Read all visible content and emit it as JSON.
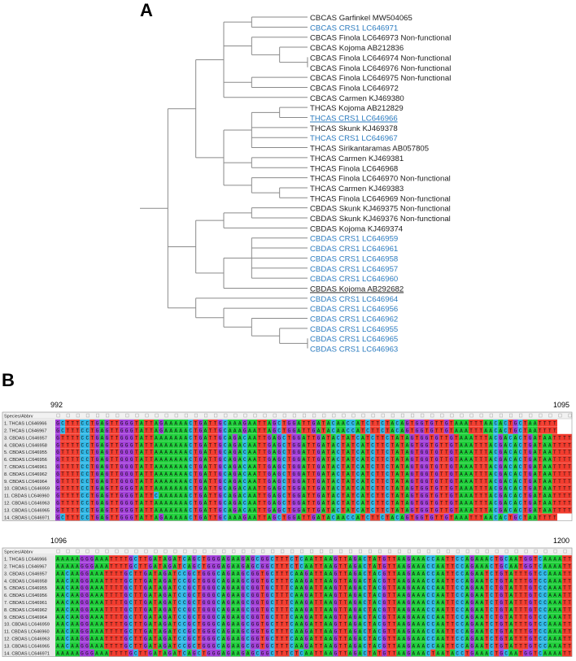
{
  "panel_a": {
    "label": "A",
    "leaves": [
      {
        "text": "CBCAS Garfinkel MW504065",
        "color": "#222222",
        "underline": false
      },
      {
        "text": "CBCAS CRS1 LC646971",
        "color": "#2b7bbf",
        "underline": false
      },
      {
        "text": "CBCAS Finola LC646973 Non-functional",
        "color": "#222222",
        "underline": false
      },
      {
        "text": "CBCAS Kojoma AB212836",
        "color": "#222222",
        "underline": false
      },
      {
        "text": "CBCAS Finola LC646974 Non-functional",
        "color": "#222222",
        "underline": false
      },
      {
        "text": "CBCAS Finola LC646976 Non-functional",
        "color": "#222222",
        "underline": false
      },
      {
        "text": "CBCAS Finola LC646975 Non-functional",
        "color": "#222222",
        "underline": false
      },
      {
        "text": "CBCAS Finola LC646972",
        "color": "#222222",
        "underline": false
      },
      {
        "text": "CBCAS Carmen KJ469380",
        "color": "#222222",
        "underline": false
      },
      {
        "text": "THCAS Kojoma AB212829",
        "color": "#222222",
        "underline": false
      },
      {
        "text": "THCAS CRS1 LC646966",
        "color": "#2b7bbf",
        "underline": true
      },
      {
        "text": "THCAS Skunk KJ469378",
        "color": "#222222",
        "underline": false
      },
      {
        "text": "THCAS CRS1 LC646967",
        "color": "#2b7bbf",
        "underline": false
      },
      {
        "text": "THCAS Sirikantaramas AB057805",
        "color": "#222222",
        "underline": false
      },
      {
        "text": "THCAS Carmen KJ469381",
        "color": "#222222",
        "underline": false
      },
      {
        "text": "THCAS Finola LC646968",
        "color": "#222222",
        "underline": false
      },
      {
        "text": "THCAS Finola LC646970 Non-functional",
        "color": "#222222",
        "underline": false
      },
      {
        "text": "THCAS Carmen KJ469383",
        "color": "#222222",
        "underline": false
      },
      {
        "text": "THCAS Finola LC646969 Non-functional",
        "color": "#222222",
        "underline": false
      },
      {
        "text": "CBDAS Skunk KJ469375 Non-functional",
        "color": "#222222",
        "underline": false
      },
      {
        "text": "CBDAS Skunk KJ469376 Non-functional",
        "color": "#222222",
        "underline": false
      },
      {
        "text": "CBDAS Kojoma KJ469374",
        "color": "#222222",
        "underline": false
      },
      {
        "text": "CBDAS CRS1 LC646959",
        "color": "#2b7bbf",
        "underline": false
      },
      {
        "text": "CBDAS CRS1 LC646961",
        "color": "#2b7bbf",
        "underline": false
      },
      {
        "text": "CBDAS CRS1 LC646958",
        "color": "#2b7bbf",
        "underline": false
      },
      {
        "text": "CBDAS CRS1 LC646957",
        "color": "#2b7bbf",
        "underline": false
      },
      {
        "text": "CBDAS CRS1  LC646960",
        "color": "#2b7bbf",
        "underline": false
      },
      {
        "text": "CBDAS Kojoma AB292682",
        "color": "#222222",
        "underline": true
      },
      {
        "text": "CBDAS CRS1 LC646964",
        "color": "#2b7bbf",
        "underline": false
      },
      {
        "text": "CBDAS CRS1 LC646956",
        "color": "#2b7bbf",
        "underline": false
      },
      {
        "text": "CBDAS CRS1 LC646962",
        "color": "#2b7bbf",
        "underline": false
      },
      {
        "text": "CBDAS CRS1 LC646955",
        "color": "#2b7bbf",
        "underline": false
      },
      {
        "text": "CBDAS CRS1 LC646965",
        "color": "#2b7bbf",
        "underline": false
      },
      {
        "text": "CBDAS CRS1 LC646963",
        "color": "#2b7bbf",
        "underline": false
      }
    ],
    "tree": [
      [
        [
          [
            "L0",
            "L1"
          ],
          [
            "L2",
            [
              "L3",
              [
                "L4",
                "L5"
              ]
            ]
          ],
          [
            "L6",
            "L7"
          ],
          "L8"
        ],
        [
          [
            [
              "L9",
              "L10"
            ],
            "L11",
            "L12",
            "L13"
          ],
          [
            "L14",
            "L15"
          ],
          [
            "L16",
            [
              "L17",
              "L18"
            ]
          ]
        ]
      ],
      [
        [
          [
            "L19",
            "L20"
          ],
          "L21"
        ],
        [
          [
            "L22",
            "L23",
            "L24",
            "L25",
            "L26"
          ],
          "L27"
        ]
      ],
      [
        "L28",
        [
          "L29",
          [
            "L30",
            [
              "L31",
              [
                "L32",
                "L33"
              ]
            ]
          ]
        ]
      ]
    ]
  },
  "panel_b": {
    "label": "B",
    "header_label": "Species/Abbrv",
    "blocks": [
      {
        "start": "992",
        "end": "1095",
        "names": [
          "1. THCAS LC646966",
          "2. THCAS LC646967",
          "3. CBDAS LC646957",
          "4. CBDAS LC646958",
          "5. CBDAS LC646955",
          "6. CBDAS LC646956",
          "7. CBDAS LC646961",
          "8. CBDAS LC646962",
          "9. CBDAS LC646964",
          "10. CBDAS LC646959",
          "11. CBDAS LC646960",
          "12. CBDAS LC646963",
          "13. CBDAS LC646965",
          "14. CBDAS LC646971"
        ],
        "seqs": [
          "GCTTTCCTGAGTTGGGTATTAGAAAAACTGATTGCAAAGAATTAGCTGGATTGATACAACCATCTTCTACAGTGGTGTTGTAAATTTAACACTGCTAATTTT",
          "GCTTTCCTGAGTTGGGTATTAGAAAAACTGATTGCAAAGAATTAGCTGGATTGATACAACCATCTTCTACAGTGGTGTTGTAAATTTAACACTGCTAATTTT",
          "GTTTTCCTGAGTTGGGTATTAAAAAAACTGATTGCAGACAATTGAGCTGGATTGATACTATCATCTTCTATAGTGGTGTTGTAAATTTACGACACTGATAATTTT",
          "GTTTTCCTGAGTTGGGTATTAAAAAAACTGATTGCAGACAATTGAGCTGGATTGATACTATCATCTTCTATAGTGGTGTTGTAAATTTACGACACTGATAATTTT",
          "GTTTTCCTGAGTTGGGTATTAAAAAAACTGATTGCAGACAATTGAGCTGGATTGATACTATCATCTTCTATAGTGGTGTTGTAAATTTACGACACTGATAATTTT",
          "GTTTTCCTGAGTTGGGTATTAAAAAAACTGATTGCAGACAATTGAGCTGGATTGATACTATCATCTTCTATAGTGGTGTTGTAAATTTACGACACTGATAATTTT",
          "GTTTTCCTGAGTTGGGTATTAAAAAAACTGATTGCAGACAATTGAGCTGGATTGATACTATCATCTTCTATAGTGGTGTTGTAAATTTACGACACTGATAATTTT",
          "GTTTTCCTGAGTTGGGTATTAAAAAAACTGATTGCAGACAATTGAGCTGGATTGATACTATCATCTTCTATAGTGGTGTTGTAAATTTACGACACTGATAATTTT",
          "GTTTTCCTGAGTTGGGTATTAAAAAAACTGATTGCAGACAATTGAGCTGGATTGATACTATCATCTTCTATAGTGGTGTTGTAAATTTACGACACTGATAATTTT",
          "GTTTTCCTGAGTTGGGTATTAAAAAAACTGATTGCAGACAATTGAGCTGGATTGATACTATCATCTTCTATAGTGGTGTTGTAAATTTACGACACTGATAATTTT",
          "GTTTTCCTGAGTTGGGTATTCAAAAAACTGATTGCAGACAATTGAGCTGGATTGATACTATCATCTTCTATAGTGGTGTTGTAAATTTACGACACTGATAATTTT",
          "GTTTTCCTGAGTTGGGTATTAAAAAAACTGATTGCAGACAATTGAGCTGGATTGATACTATCATCTTCTATAGTGGTGTTGTAAATTTACGACACTGATAATTTT",
          "GTTTTCCTGAGTTGGGTATTAAAAAAACTGATTGCAGACAATTGAGCTGGATTGATACTATCATCTTCTATAGTGGTGTTGTAAATTTACGACACTGATAATTTT",
          "GCTTTCCTGAGTTGGGTATTAGAAAAACTGATTGCAAAGAATTAGCTGGATTGATACAACCATCTTCTACAGTGGTGTTGTAAATTTAACACTGCTAATTTT"
        ]
      },
      {
        "start": "1096",
        "end": "1200",
        "names": [
          "1. THCAS LC646966",
          "2. THCAS LC646967",
          "3. CBDAS LC646957",
          "4. CBDAS LC646958",
          "5. CBDAS LC646955",
          "6. CBDAS LC646956",
          "7. CBDAS LC646961",
          "8. CBDAS LC646962",
          "9. CBDAS LC646964",
          "10. CBDAS LC646959",
          "11. CBDAS LC646960",
          "12. CBDAS LC646963",
          "13. CBDAS LC646965",
          "14. CBDAS LC646971"
        ],
        "seqs": [
          "AAAAAGGGAAATTTTGCTTGATAGATCAGCTGGGAGAAGAGCGGCTTTCTCAATTAAGTTAGACTATGTTAAGAAACCAATTCCAGAAACTGCAATGGTCAAAATT",
          "AAAAAGGGAAATTTTGCTTGATAGATCAGCTGGGAGAAGAGCGGCTTTCTCAATTAAGTTAGACTATGTTAAGAAACCAATTCCAGAAACTGCAATGGTCAAAATT",
          "AACAAGGAAATTTTGCTTGATAGATCCGCTGGGCAGAAGCGGTGCTTTCAAGATTAAGTTAGACTACGTTAAGAAACCAATTCCAGAATCTGTATTTGTCCAAATT",
          "AACAAGGAAATTTTGCTTGATAGATCCGCTGGGCAGAAGCGGTGCTTTCAAGATTAAGTTAGACTACGTTAAGAAACCAATTCCAGAATCTGTATTTGTCCAAATT",
          "AACAAGGAAATTTTGCTTGATAGATCCGCTGGGCAGAAGCGGTGCTTTCAAGATTAAGTTAGACTACGTTAAGAAACCAATTCCAGAATCTGTATTTGTCCAAATT",
          "AACAAGGAAATTTTGCTTGATAGATCCGCTGGGCAGAAGCGGTGCTTTCAAGATTAAGTTAGACTACGTTAAGAAACCAATTCCAGAATCTGTATTTGTCCAAATT",
          "AACAAGGAAATTTTGCTTGATAGATCCGCTGGGCAGAAGCGGTGCTTTCAAGATTAAGTTAGACTACGTTAAGAAACCAATTCCAGAATCTGTATTTGTCCAAATT",
          "AACAAGGAAATTTTGCTTGATAGATCCGCTGGGCAGAAGCGGTGCTTTCAAGATTAAGTTAGACTACGTTAAGAAACCAATTCCAGAATCTGTATTTGTCCAAATT",
          "AACAAGGAAATTTTGCTTGATAGATCCGCTGGGCAGAAGCGGTGCTTTCAAGATTAAGTTAGACTACGTTAAGAAACCAATTCCAGAATCTGTATTTGTCCAAATT",
          "AACAAGGAAATTTTGCTTGATAGATCCGCTGGGCAGAAGCGGTGCTTTCAAGATTAAGTTAGACTACGTTAAGAAACCAATTCCAGAATCTGTATTTGTCCAAATT",
          "AACAAGGAAATTTTGCTTGATAGATCCGCTGGGCAGAAGCGGTGCTTTCAAGATTAAGTTAGACTACGTTAAGAAACCAATTCCAGAATCTGTATTTGTCCAAATT",
          "AACAAGGAAATTTTGCTTGATAGATCCGCTGGGCAGAAGCGGTGCTTTCAAGATTAAGTTAGACTACGTTAAGAAACCAATTCCAGAATCTGTATTTGTCCAAATT",
          "AACAAGGAAATTTTGCTTGATAGATCCGCTGGGCAGAAGCGGTGCTTTCAAGATTAAGTTAGACTACGTTAAGAAACCAATTCCAGAATCTGTATTTGTCCAAATT",
          "AAAAAGGGAAATTTTGCTTGATAGATCAGCTGGGAGAAGAGCGGCTTTCTCAATTAAGTTAGACTATGTTAAGAAACTAATACCTGAAACTGCAATGGTCAAAATT"
        ]
      }
    ],
    "base_colors": {
      "A": "#1fcf3a",
      "T": "#f23c2e",
      "G": "#a23fd9",
      "C": "#30b8e6",
      "-": "#ffffff"
    },
    "name_bg": "#e6e6e6",
    "header_bg": "#f2f2f2"
  }
}
